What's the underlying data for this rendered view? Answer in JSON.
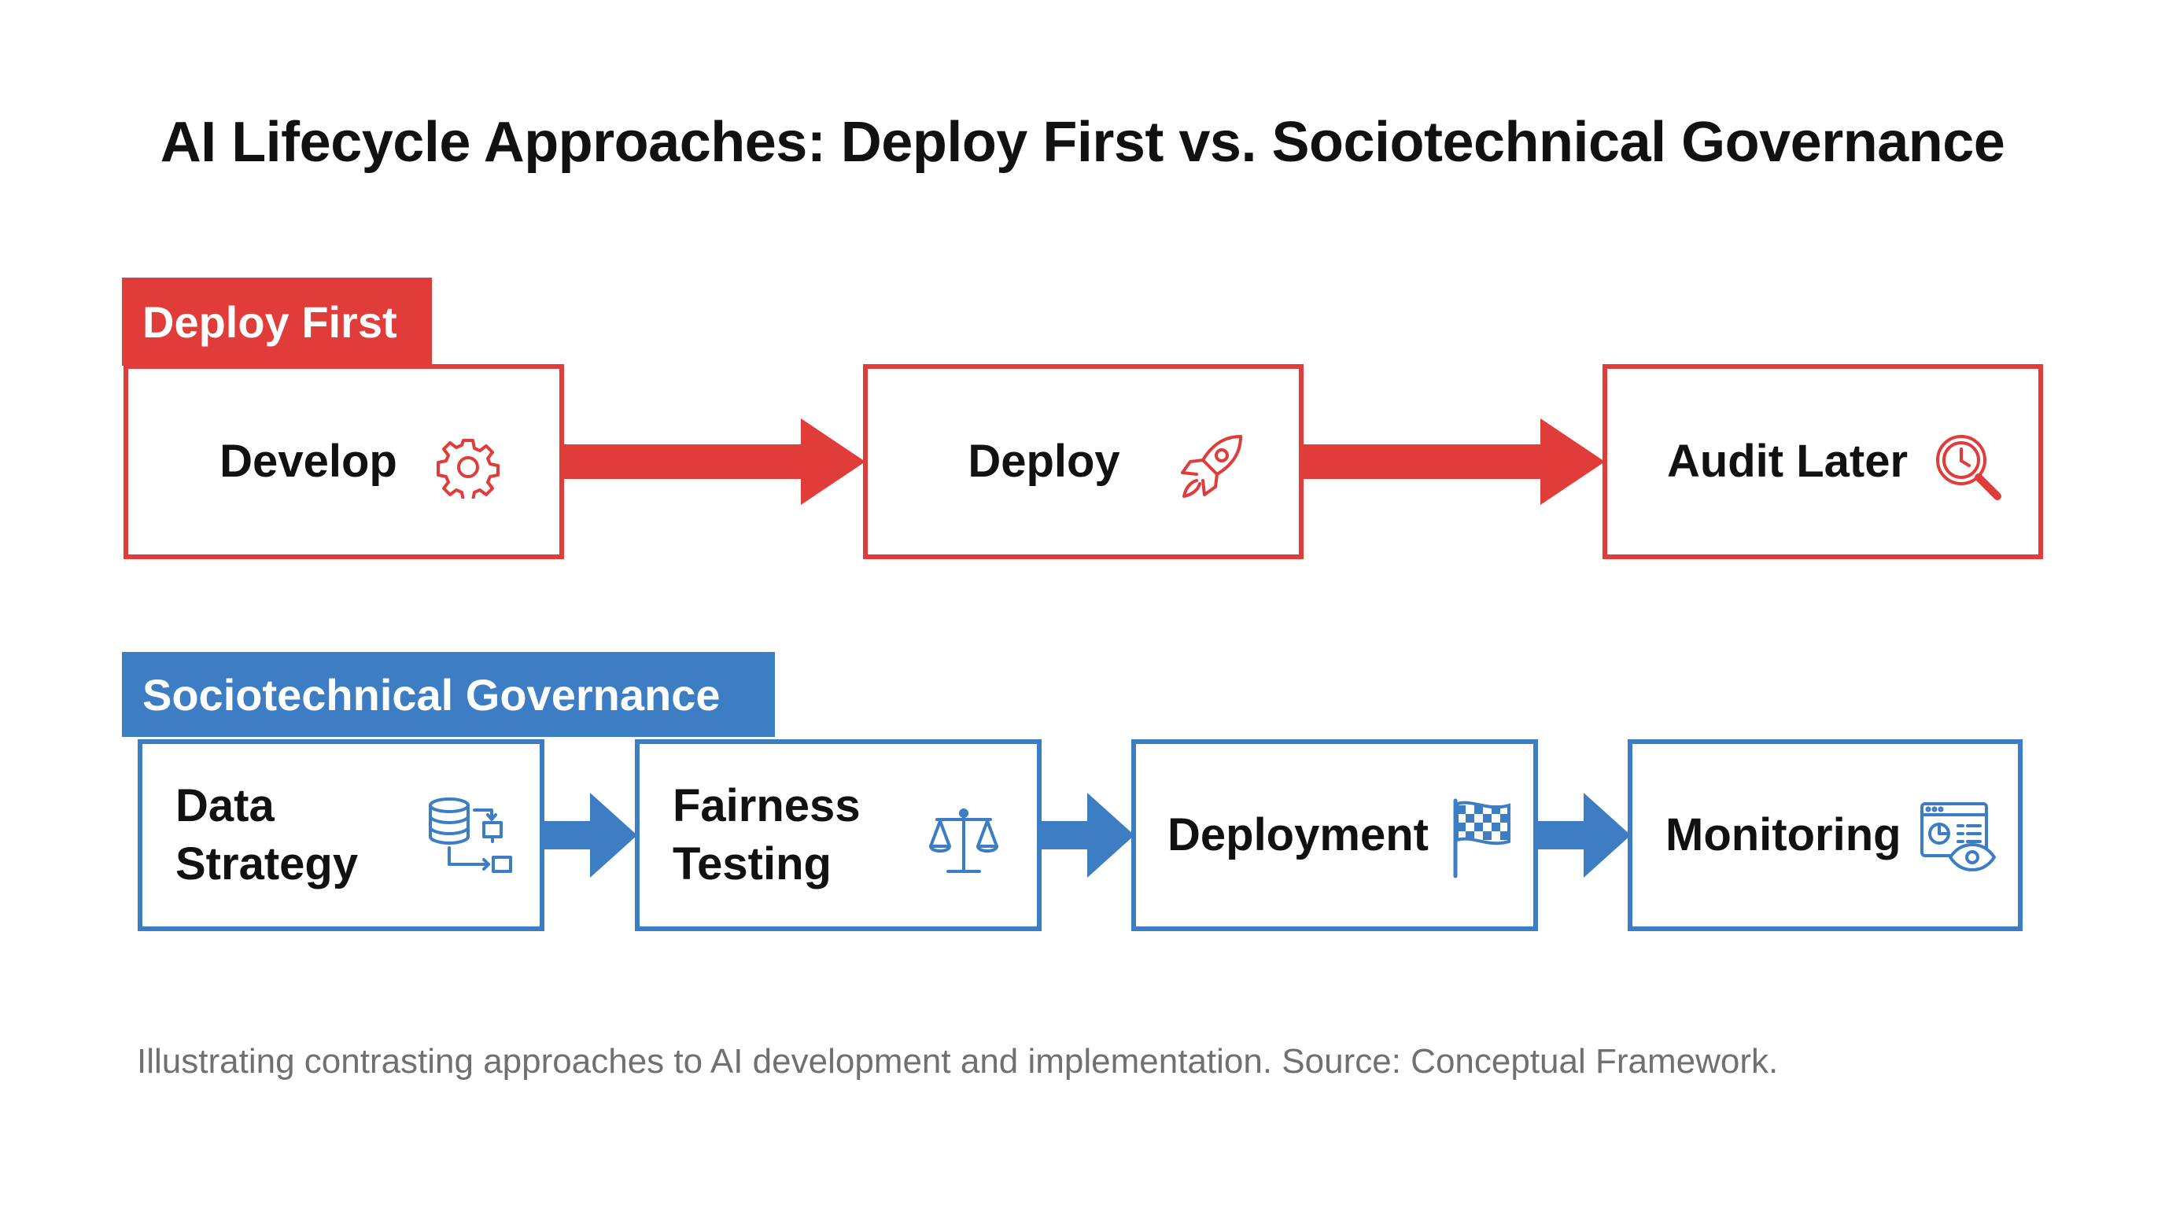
{
  "title": "AI Lifecycle Approaches: Deploy First vs. Sociotechnical Governance",
  "deploy_first": {
    "label": "Deploy First",
    "color": "#e03c3a",
    "steps": [
      {
        "label": "Develop",
        "icon": "gear-icon"
      },
      {
        "label": "Deploy",
        "icon": "rocket-icon"
      },
      {
        "label": "Audit Later",
        "icon": "magnifier-clock-icon"
      }
    ]
  },
  "sociotechnical": {
    "label": "Sociotechnical Governance",
    "color": "#3d7dc4",
    "steps": [
      {
        "line1": "Data",
        "line2": "Strategy",
        "icon": "database-flow-icon"
      },
      {
        "line1": "Fairness",
        "line2": "Testing",
        "icon": "scales-icon"
      },
      {
        "label": "Deployment",
        "icon": "checkered-flag-icon"
      },
      {
        "label": "Monitoring",
        "icon": "dashboard-eye-icon"
      }
    ]
  },
  "caption": "Illustrating contrasting approaches to AI development and implementation. Source: Conceptual Framework."
}
